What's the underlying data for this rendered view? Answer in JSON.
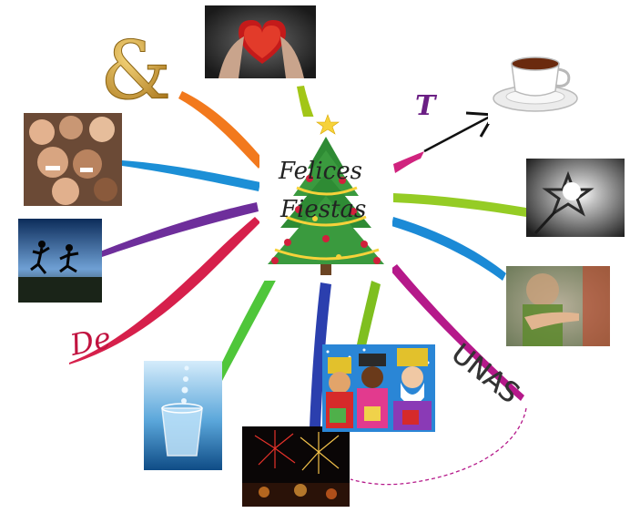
{
  "central_topic": {
    "line1": "Felices",
    "line2": "Fiestas"
  },
  "branch_labels": {
    "ampersand": "&",
    "t": "T",
    "de": "De",
    "unas": "UNAS"
  },
  "branches": [
    {
      "name": "heart-hands-photo",
      "color": "#a2c617"
    },
    {
      "name": "ampersand-symbol",
      "color": "#f2791d"
    },
    {
      "name": "happy-group-photo",
      "color": "#1c8fd6"
    },
    {
      "name": "jumping-silhouettes-photo",
      "color": "#6e2e9b"
    },
    {
      "name": "de-label",
      "color": "#d6204b"
    },
    {
      "name": "water-glass-photo",
      "color": "#4fc63a"
    },
    {
      "name": "fireworks-photo",
      "color": "#2b3fae"
    },
    {
      "name": "three-kings-drawing",
      "color": "#7fbf1f"
    },
    {
      "name": "unas-label",
      "color": "#b5198a"
    },
    {
      "name": "teacup-photo",
      "color": "#d0237e"
    },
    {
      "name": "star-sparkler-photo",
      "color": "#95cc25"
    },
    {
      "name": "pointing-person-photo",
      "color": "#1b8ad6"
    }
  ],
  "colors": {
    "t_label": "#6b1f84",
    "de_label": "#c1123f",
    "unas_label": "#333333",
    "ampersand": "#c89a2a",
    "dashed_link": "#b5198a"
  }
}
